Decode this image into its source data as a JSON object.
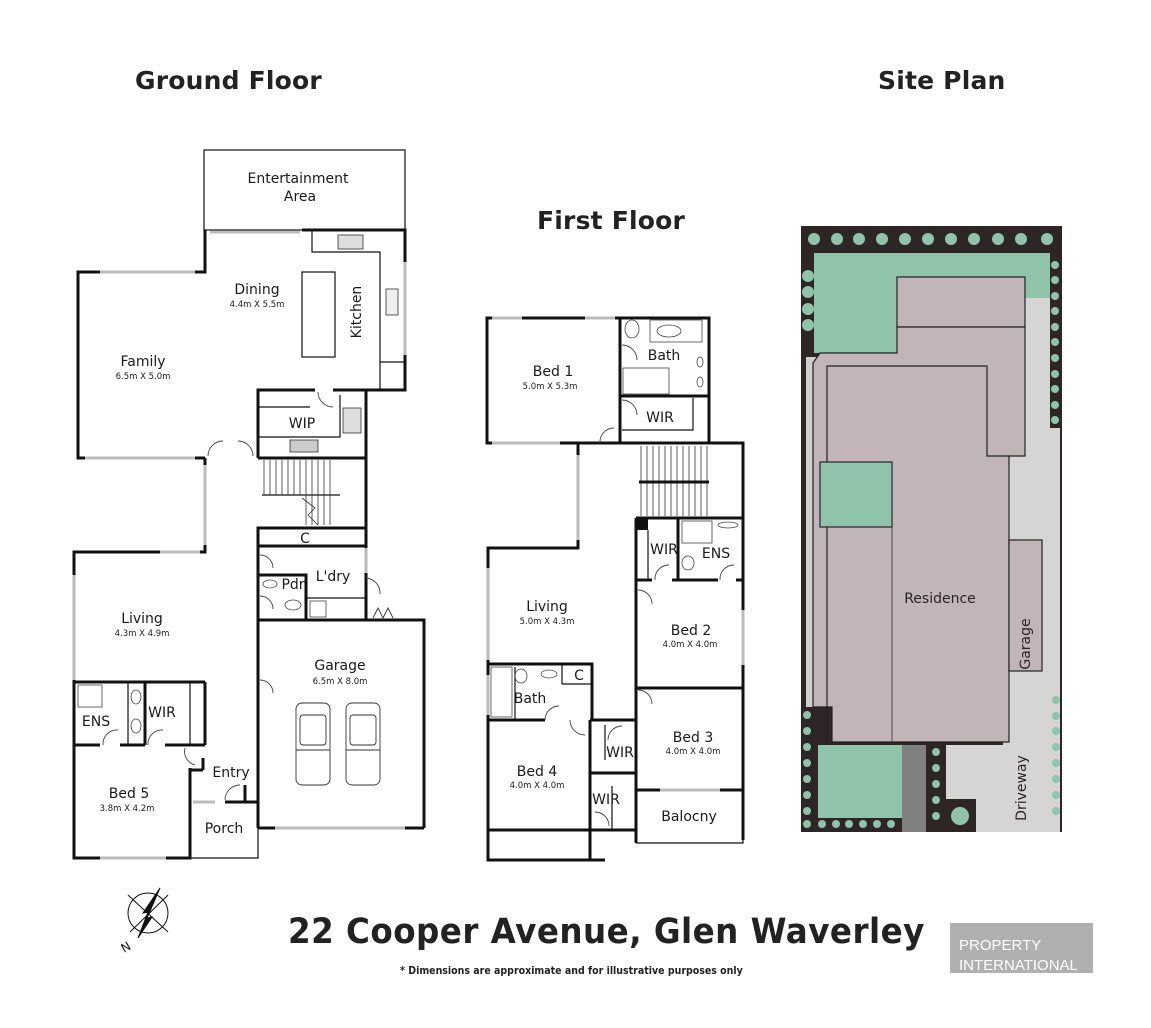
{
  "headings": {
    "ground_floor": "Ground Floor",
    "first_floor": "First Floor",
    "site_plan": "Site Plan"
  },
  "ground_floor": {
    "rooms": {
      "entertainment": {
        "label_line1": "Entertainment",
        "label_line2": "Area"
      },
      "dining": {
        "label": "Dining",
        "dims": "4.4m X 5.5m"
      },
      "kitchen": {
        "label": "Kitchen"
      },
      "family": {
        "label": "Family",
        "dims": "6.5m X 5.0m"
      },
      "wip": {
        "label": "WIP"
      },
      "cupboard": {
        "label": "C"
      },
      "laundry": {
        "label": "L'dry"
      },
      "powder": {
        "label": "Pdr"
      },
      "living": {
        "label": "Living",
        "dims": "4.3m X 4.9m"
      },
      "garage": {
        "label": "Garage",
        "dims": "6.5m X 8.0m"
      },
      "ensuite": {
        "label": "ENS"
      },
      "wir": {
        "label": "WIR"
      },
      "bed5": {
        "label": "Bed 5",
        "dims": "3.8m X 4.2m"
      },
      "entry": {
        "label": "Entry"
      },
      "porch": {
        "label": "Porch"
      }
    }
  },
  "first_floor": {
    "rooms": {
      "bed1": {
        "label": "Bed 1",
        "dims": "5.0m X 5.3m"
      },
      "bath_main": {
        "label": "Bath"
      },
      "wir1": {
        "label": "WIR"
      },
      "wir2": {
        "label": "WIR"
      },
      "ensuite": {
        "label": "ENS"
      },
      "living": {
        "label": "Living",
        "dims": "5.0m X 4.3m"
      },
      "bed2": {
        "label": "Bed 2",
        "dims": "4.0m X 4.0m"
      },
      "bath": {
        "label": "Bath"
      },
      "cupboard": {
        "label": "C"
      },
      "bed3": {
        "label": "Bed 3",
        "dims": "4.0m X 4.0m"
      },
      "bed4": {
        "label": "Bed 4",
        "dims": "4.0m X 4.0m"
      },
      "wir3": {
        "label": "WIR"
      },
      "wir4": {
        "label": "WIR"
      },
      "balcony": {
        "label": "Balocny"
      }
    }
  },
  "site_plan": {
    "labels": {
      "residence": "Residence",
      "garage": "Garage",
      "driveway": "Driveway"
    },
    "colors": {
      "roof": "#c2b5b8",
      "lawn": "#8fc4aa",
      "hedge": "#2e2624",
      "paving": "#d5d5d5",
      "path": "#808080"
    }
  },
  "footer": {
    "address": "22 Cooper Avenue, Glen Waverley",
    "disclaimer": "* Dimensions are approximate and for illustrative purposes only",
    "compass_label": "N",
    "logo_line1": "PROPERTY",
    "logo_line2": "INTERNATIONAL"
  }
}
